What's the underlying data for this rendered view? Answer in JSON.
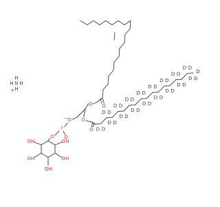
{
  "colors": {
    "bond": "#3a3a3a",
    "oxygen": "#e8332b",
    "phosphorus": "#ef8a2a",
    "nitrogen": "#3a50d8",
    "deuterium": "#3a3a3a",
    "hydrogen": "#3a3a3a",
    "charge": "#3a3a3a"
  },
  "ammonium": {
    "N": "N",
    "H": "H",
    "charge": "+"
  },
  "phosphate": {
    "P": "P",
    "O": "O",
    "charge": "−"
  },
  "ester_oxygen": "O",
  "hydroxyl": "OH",
  "deuterium": "D",
  "hydrogen": "H"
}
